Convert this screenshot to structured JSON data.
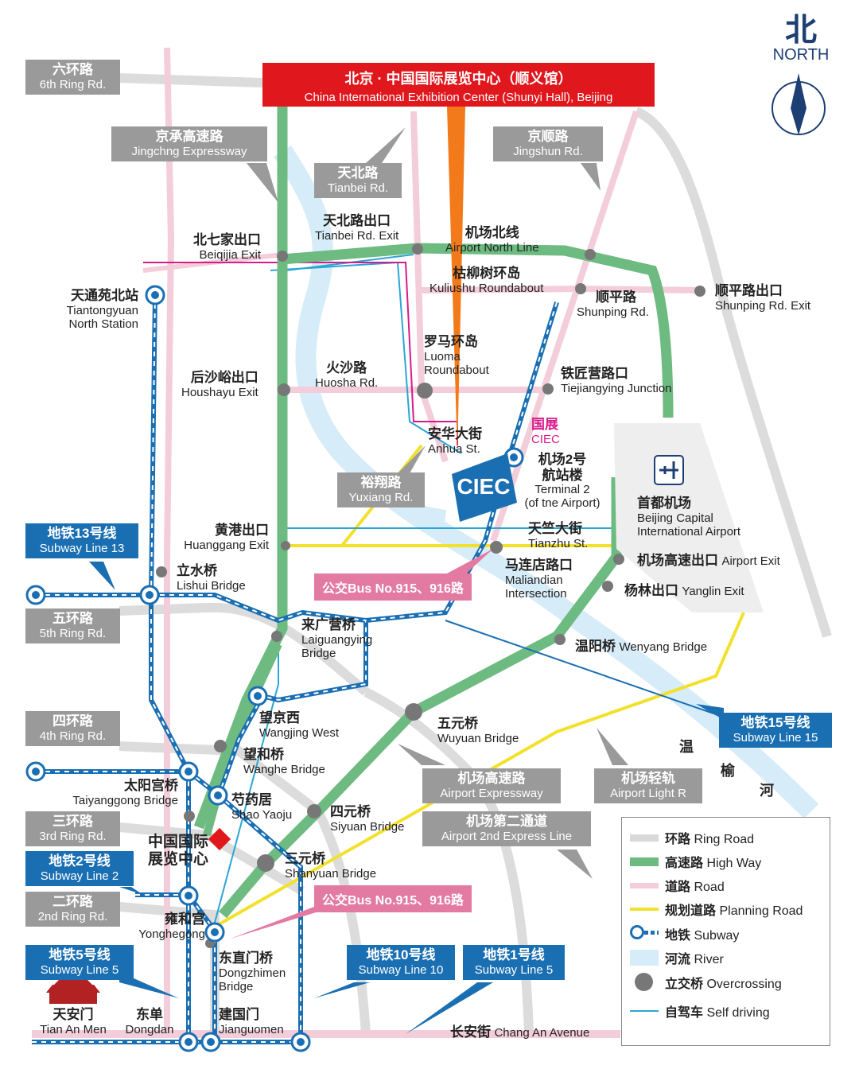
{
  "title": {
    "cn": "北京 · 中国国际展览中心（顺义馆）",
    "en": "China International Exhibition Center (Shunyi Hall), Beijing"
  },
  "compass": {
    "cn": "北",
    "en": "NORTH"
  },
  "ring_labels": [
    {
      "cn": "六环路",
      "en": "6th Ring Rd."
    },
    {
      "cn": "五环路",
      "en": "5th Ring Rd."
    },
    {
      "cn": "四环路",
      "en": "4th Ring Rd."
    },
    {
      "cn": "三环路",
      "en": "3rd Ring Rd."
    },
    {
      "cn": "二环路",
      "en": "2nd Ring Rd."
    }
  ],
  "road_boxes": [
    {
      "cn": "京承高速路",
      "en": "Jingchng Expressway"
    },
    {
      "cn": "天北路",
      "en": "Tianbei Rd."
    },
    {
      "cn": "京顺路",
      "en": "Jingshun Rd."
    },
    {
      "cn": "裕翔路",
      "en": "Yuxiang Rd."
    },
    {
      "cn": "机场高速路",
      "en": "Airport Expressway"
    },
    {
      "cn": "机场轻轨",
      "en": "Airport Light R"
    },
    {
      "cn": "机场第二通道",
      "en": "Airport 2nd Express Line"
    }
  ],
  "subway_boxes": [
    {
      "cn": "地铁13号线",
      "en": "Subway Line 13"
    },
    {
      "cn": "地铁15号线",
      "en": "Subway Line 15"
    },
    {
      "cn": "地铁2号线",
      "en": "Subway Line 2"
    },
    {
      "cn": "地铁5号线",
      "en": "Subway Line 5"
    },
    {
      "cn": "地铁10号线",
      "en": "Subway Line 10"
    },
    {
      "cn": "地铁1号线",
      "en": "Subway Line 5"
    }
  ],
  "bus": [
    "公交Bus No.915、916路",
    "公交Bus No.915、916路"
  ],
  "places": {
    "beiqijia": {
      "cn": "北七家出口",
      "en": "Beiqijia Exit"
    },
    "tianbei_exit": {
      "cn": "天北路出口",
      "en": "Tianbei Rd. Exit"
    },
    "airport_north": {
      "cn": "机场北线",
      "en": "Airport North Line"
    },
    "kuliushu": {
      "cn": "枯柳树环岛",
      "en": "Kuliushu Roundabout"
    },
    "shunping": {
      "cn": "顺平路",
      "en": "Shunping Rd."
    },
    "shunping_exit": {
      "cn": "顺平路出口",
      "en": "Shunping Rd. Exit"
    },
    "tiantongyuan": {
      "cn": "天通苑北站",
      "en1": "Tiantongyuan",
      "en2": "North Station"
    },
    "luoma": {
      "cn": "罗马环岛",
      "en1": "Luoma",
      "en2": "Roundabout"
    },
    "houshayu": {
      "cn": "后沙峪出口",
      "en": "Houshayu Exit"
    },
    "huosha": {
      "cn": "火沙路",
      "en": "Huosha Rd."
    },
    "tiejiangying": {
      "cn": "铁匠营路口",
      "en": "Tiejiangying Junction"
    },
    "ciec_cn": "国展",
    "ciec_en": "CIEC",
    "ciec_mark": "CIEC",
    "anhua": {
      "cn": "安华大街",
      "en": "Anhua St."
    },
    "terminal2": {
      "cn1": "机场2号",
      "cn2": "航站楼",
      "en1": "Terminal 2",
      "en2": "(of tne Airport)"
    },
    "capital_airport": {
      "cn": "首都机场",
      "en1": "Beijing Capital",
      "en2": "International Airport"
    },
    "huanggang": {
      "cn": "黄港出口",
      "en": "Huanggang Exit"
    },
    "tianzhu": {
      "cn": "天竺大街",
      "en": "Tianzhu St."
    },
    "airport_exit": {
      "cn": "机场高速出口",
      "en": "Airport Exit"
    },
    "maliandian": {
      "cn": "马连店路口",
      "en1": "Maliandian",
      "en2": "Intersection"
    },
    "yanglin": {
      "cn": "杨林出口",
      "en": "Yanglin Exit"
    },
    "lishui": {
      "cn": "立水桥",
      "en": "Lishui Bridge"
    },
    "laiguangying": {
      "cn": "来广营桥",
      "en1": "Laiguangying",
      "en2": "Bridge"
    },
    "wenyang": {
      "cn": "温阳桥",
      "en": "Wenyang Bridge"
    },
    "wangjing": {
      "cn": "望京西",
      "en": "Wangjing West"
    },
    "wuyuan": {
      "cn": "五元桥",
      "en": "Wuyuan Bridge"
    },
    "wanghe": {
      "cn": "望和桥",
      "en": "Wanghe Bridge"
    },
    "taiyanggong": {
      "cn": "太阳宫桥",
      "en": "Taiyanggong Bridge"
    },
    "shaoyao": {
      "cn": "芍药居",
      "en": "Shao Yaoju"
    },
    "siyuan": {
      "cn": "四元桥",
      "en": "Siyuan Bridge"
    },
    "ciec_old": {
      "cn1": "中国国际",
      "cn2": "展览中心"
    },
    "sanyuan": {
      "cn": "三元桥",
      "en": "Shanyuan Bridge"
    },
    "yonghegong": {
      "cn": "雍和宫",
      "en": "Yonghegong"
    },
    "dongzhimen": {
      "cn": "东直门桥",
      "en1": "Dongzhimen",
      "en2": "Bridge"
    },
    "tiananmen": {
      "cn": "天安门",
      "en": "Tian An Men"
    },
    "dongdan": {
      "cn": "东单",
      "en": "Dongdan"
    },
    "jianguomen": {
      "cn": "建国门",
      "en": "Jianguomen"
    },
    "changan": {
      "cn": "长安街",
      "en": "Chang An Avenue"
    },
    "river": [
      "温",
      "榆",
      "河"
    ]
  },
  "legend": [
    {
      "cn": "环路",
      "en": "Ring Road",
      "symbol": "ring-road",
      "color": "#d9d9d9"
    },
    {
      "cn": "高速路",
      "en": "High Way",
      "symbol": "highway",
      "color": "#6dbb80"
    },
    {
      "cn": "道路",
      "en": "Road",
      "symbol": "road",
      "color": "#f3cdd9"
    },
    {
      "cn": "规划道路",
      "en": "Planning Road",
      "symbol": "planning-road",
      "color": "#f2e12b"
    },
    {
      "cn": "地铁",
      "en": "Subway",
      "symbol": "subway",
      "color": "#1a6fb3"
    },
    {
      "cn": "河流",
      "en": "River",
      "symbol": "river",
      "color": "#d6ecf8"
    },
    {
      "cn": "立交桥",
      "en": "Overcrossing",
      "symbol": "overcrossing",
      "color": "#777777"
    },
    {
      "cn": "自驾车",
      "en": "Self driving",
      "symbol": "self-driving",
      "color": "#2aa6d6"
    }
  ],
  "colors": {
    "highway": "#6dbb80",
    "ring": "#dcdcdc",
    "road": "#f3cdd9",
    "planning": "#f2e12b",
    "subway": "#1a6fb3",
    "river": "#d6ecf8",
    "drive": "#2aa6d6",
    "pinkroute": "#d81b8a",
    "title": "#e0171d",
    "ciec": "#1a6fb3"
  }
}
